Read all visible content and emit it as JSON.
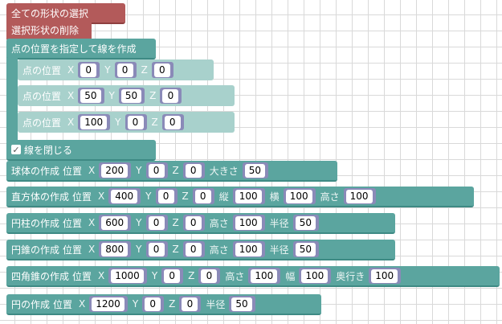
{
  "blocks": {
    "select_all": {
      "label": "全ての形状の選択"
    },
    "delete_selected": {
      "label": "選択形状の削除"
    },
    "line_create": {
      "label": "点の位置を指定して線を作成",
      "points": [
        {
          "label": "点の位置",
          "x": "0",
          "y": "0",
          "z": "0"
        },
        {
          "label": "点の位置",
          "x": "50",
          "y": "50",
          "z": "0"
        },
        {
          "label": "点の位置",
          "x": "100",
          "y": "0",
          "z": "0"
        }
      ],
      "close_label": "線を閉じる",
      "close_checked": true
    },
    "sphere": {
      "label": "球体の作成",
      "pos": "位置",
      "x": "200",
      "y": "0",
      "z": "0",
      "size_label": "大きさ",
      "size": "50"
    },
    "box": {
      "label": "直方体の作成",
      "pos": "位置",
      "x": "400",
      "y": "0",
      "z": "0",
      "depth_label": "縦",
      "depth": "100",
      "width_label": "横",
      "width": "100",
      "height_label": "高さ",
      "height": "100"
    },
    "cylinder": {
      "label": "円柱の作成",
      "pos": "位置",
      "x": "600",
      "y": "0",
      "z": "0",
      "height_label": "高さ",
      "height": "100",
      "radius_label": "半径",
      "radius": "50"
    },
    "cone": {
      "label": "円錐の作成",
      "pos": "位置",
      "x": "800",
      "y": "0",
      "z": "0",
      "height_label": "高さ",
      "height": "100",
      "radius_label": "半径",
      "radius": "50"
    },
    "pyramid": {
      "label": "四角錐の作成",
      "pos": "位置",
      "x": "1000",
      "y": "0",
      "z": "0",
      "height_label": "高さ",
      "height": "100",
      "width_label": "幅",
      "width": "100",
      "depth_label": "奥行き",
      "depth": "100"
    },
    "circle": {
      "label": "円の作成",
      "pos": "位置",
      "x": "1200",
      "y": "0",
      "z": "0",
      "radius_label": "半径",
      "radius": "50"
    }
  },
  "axis": {
    "x": "X",
    "y": "Y",
    "z": "Z"
  },
  "icons": {
    "checkbox": "check-icon"
  },
  "colors": {
    "teal": "#5ba59f",
    "teal_light": "#a8d1cc",
    "red": "#b35a5a",
    "socket": "#8a8ab8"
  }
}
